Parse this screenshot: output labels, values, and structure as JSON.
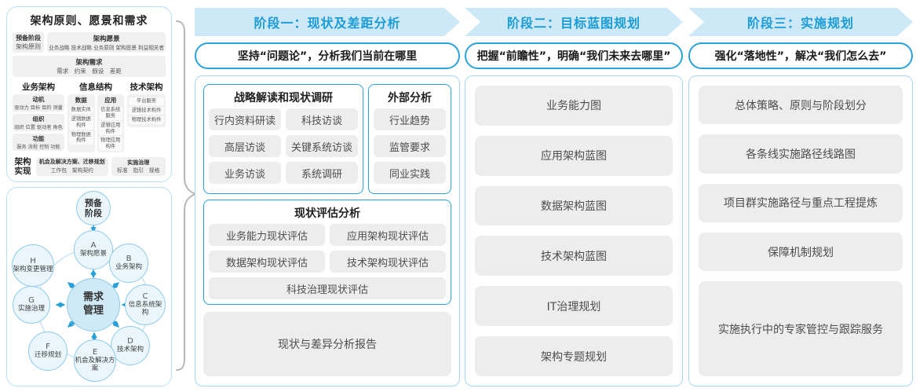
{
  "colors": {
    "accent_blue": "#29a3dc",
    "header_text_blue": "#1b9cd6",
    "band_blue": "#cde9f8",
    "panel_border_blue": "#a5d8f2",
    "chip_gray": "#ededed",
    "circle_fill": "#eaf5fc",
    "center_circle_fill": "#cfe9f7",
    "brace_gray": "#b6b6b6"
  },
  "left": {
    "overview": {
      "title": "架构原则、愿景和需求",
      "prep": {
        "title": "预备阶段",
        "sub": "架构原则"
      },
      "vision": {
        "title": "架构愿景",
        "sub": "业务战略 技术战略 业务原则 架构愿景 利益相关者"
      },
      "requirement": {
        "title": "架构需求",
        "sub": "需求　约束　假设　差距"
      },
      "business": {
        "title": "业务架构",
        "items": [
          {
            "title": "动机",
            "sub": "驱动力 目标 目的 测量"
          },
          {
            "title": "组织",
            "sub": "组织 位置 驱动者 角色"
          },
          {
            "title": "功能",
            "sub": "服务 流程 控制 功能"
          }
        ]
      },
      "info": {
        "title": "信息结构",
        "data_group": {
          "title": "数据",
          "items": [
            "数据实体",
            "逻辑数据构件",
            "物理数据构件"
          ]
        },
        "app_group": {
          "title": "应用",
          "items": [
            "信息系统服务",
            "逻辑应用构件",
            "物理应用构件"
          ]
        }
      },
      "tech": {
        "title": "技术架构",
        "items": [
          "平台服务",
          "逻辑技术构件",
          "物理技术构件"
        ]
      },
      "implementation": {
        "label": "架构实现",
        "opportunity": {
          "title": "机会及解决方案、迁移规划",
          "sub": "工作包　架构契约"
        },
        "governance": {
          "title": "实施治理",
          "sub": "标准　指引　规格"
        }
      }
    },
    "adm": {
      "prep": "预备阶段",
      "center": "需求管理",
      "nodes": [
        {
          "id": "A",
          "label": "架构愿景"
        },
        {
          "id": "B",
          "label": "业务架构"
        },
        {
          "id": "C",
          "label": "信息系统架构"
        },
        {
          "id": "D",
          "label": "技术架构"
        },
        {
          "id": "E",
          "label": "机会及解决方案"
        },
        {
          "id": "F",
          "label": "迁移规划"
        },
        {
          "id": "G",
          "label": "实施治理"
        },
        {
          "id": "H",
          "label": "架构变更管理"
        }
      ]
    }
  },
  "phases": [
    {
      "header": "阶段一：现状及差距分析",
      "slogan": "坚持“问题论”，分析我们当前在哪里"
    },
    {
      "header": "阶段二：目标蓝图规划",
      "slogan": "把握“前瞻性”，明确“我们未来去哪里”"
    },
    {
      "header": "阶段三：实施规划",
      "slogan": "强化“落地性”，解决“我们怎么去”"
    }
  ],
  "phase1": {
    "research": {
      "title": "战略解读和现状调研",
      "items": [
        "行内资料研读",
        "科技访谈",
        "高层访谈",
        "关键系统访谈",
        "业务访谈",
        "系统调研"
      ]
    },
    "external": {
      "title": "外部分析",
      "items": [
        "行业趋势",
        "监管要求",
        "同业实践"
      ]
    },
    "assessment": {
      "title": "现状评估分析",
      "items": [
        "业务能力现状评估",
        "应用架构现状评估",
        "数据架构现状评估",
        "技术架构现状评估",
        "科技治理现状评估"
      ]
    },
    "report": "现状与差异分析报告"
  },
  "phase2": {
    "items": [
      "业务能力图",
      "应用架构蓝图",
      "数据架构蓝图",
      "技术架构蓝图",
      "IT治理规划",
      "架构专题规划"
    ]
  },
  "phase3": {
    "items": [
      "总体策略、原则与阶段划分",
      "各条线实施路径线路图",
      "项目群实施路径与重点工程提炼",
      "保障机制规划",
      "实施执行中的专家管控与跟踪服务"
    ]
  }
}
